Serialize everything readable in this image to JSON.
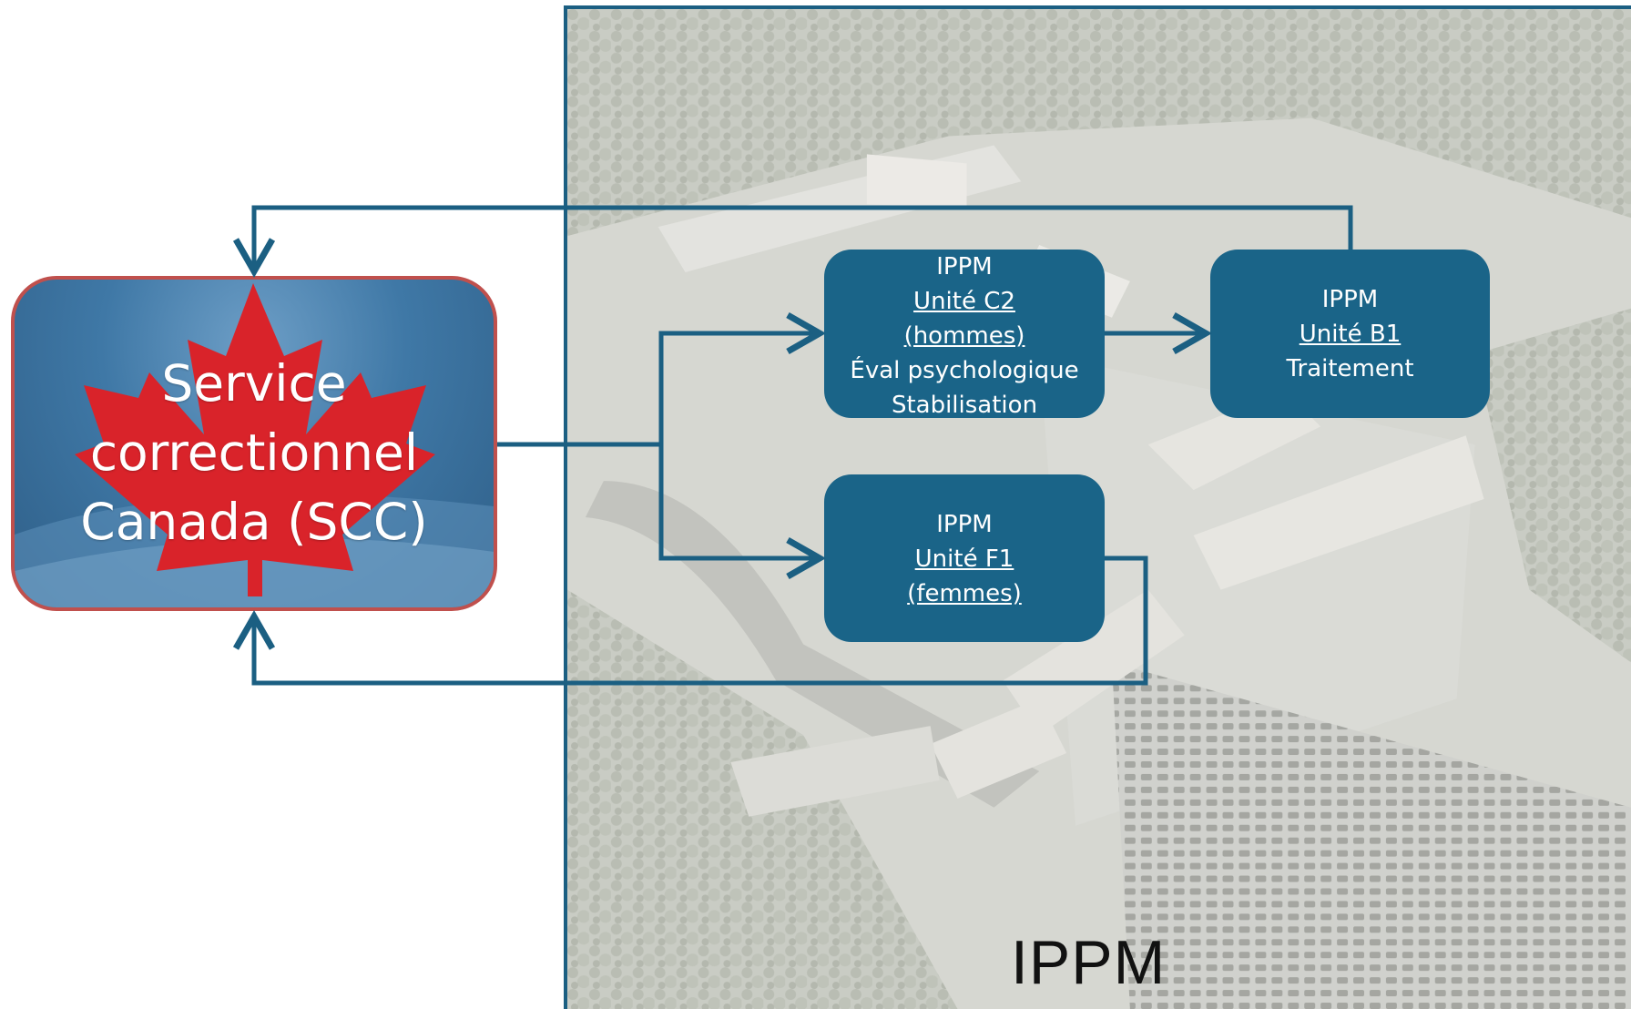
{
  "panel": {
    "label": "IPPM"
  },
  "scc": {
    "lines": [
      "Service",
      "correctionnel",
      "Canada (SCC)"
    ]
  },
  "units": {
    "c2": {
      "title": "IPPM",
      "underlined": [
        "Unité C2",
        "(hommes)"
      ],
      "lines": [
        "Éval psychologique",
        "Stabilisation"
      ]
    },
    "b1": {
      "title": "IPPM",
      "underlined": [
        "Unité B1"
      ],
      "lines": [
        "Traitement"
      ]
    },
    "f1": {
      "title": "IPPM",
      "underlined": [
        "Unité F1",
        "(femmes)"
      ],
      "lines": []
    }
  },
  "colors": {
    "unit_fill": "#1a6488",
    "arrow": "#1b5f82",
    "scc_border": "#c0504d",
    "maple_leaf": "#d9232a"
  }
}
